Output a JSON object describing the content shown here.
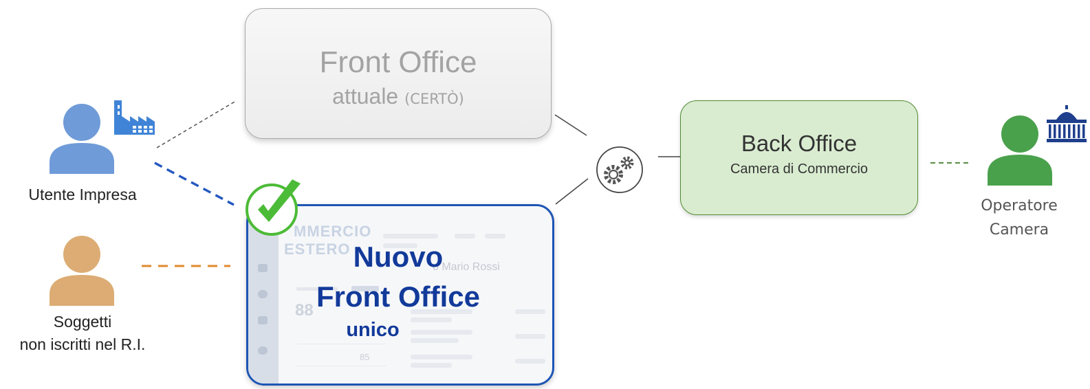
{
  "front_office_old": {
    "title": "Front Office",
    "subtitle": "attuale",
    "subtitle_note": "(CERTÒ)"
  },
  "front_office_new": {
    "line1": "Nuovo",
    "line2": "Front Office",
    "line3": "unico",
    "mock_logo_line1": "MMERCIO",
    "mock_logo_line2": "ESTERO",
    "mock_greeting": "o Mario Rossi",
    "mock_number": "88",
    "mock_value": "85"
  },
  "back_office": {
    "title": "Back Office",
    "subtitle": "Camera di Commercio"
  },
  "actors": {
    "impresa": "Utente Impresa",
    "soggetti_line1": "Soggetti",
    "soggetti_line2": "non iscritti nel R.I.",
    "operatore_line1": "Operatore",
    "operatore_line2": "Camera"
  },
  "colors": {
    "impresa": "#6f9bd8",
    "soggetti": "#dcac74",
    "operatore": "#4aa14c",
    "new_box_border": "#1d55b5",
    "new_box_text": "#123a9a",
    "back_office_fill": "#d9ecd0",
    "check": "#4cbb37"
  },
  "icons": {
    "factory": "factory-icon",
    "institution": "institution-icon",
    "gears": "gears-icon",
    "check": "checkmark-icon"
  }
}
